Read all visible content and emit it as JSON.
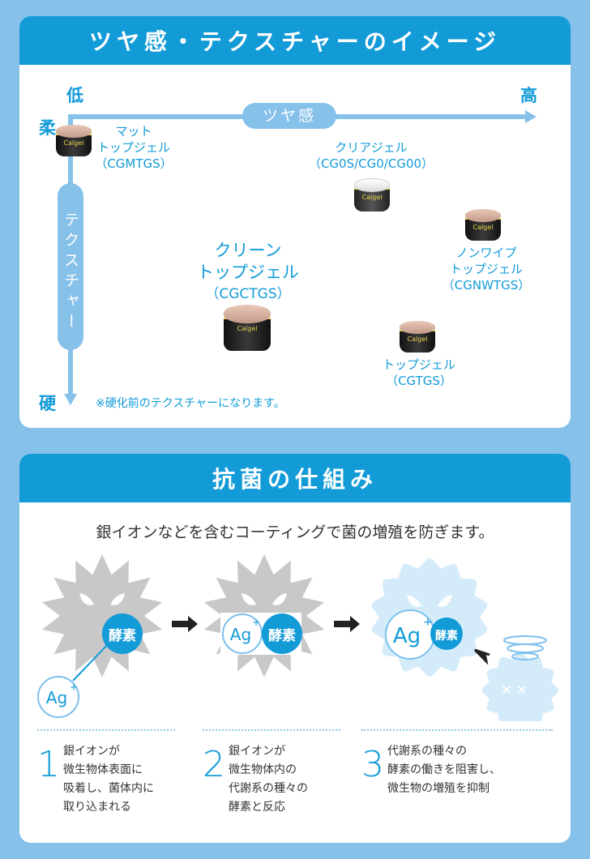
{
  "section1": {
    "title": "ツヤ感・テクスチャーのイメージ",
    "axis": {
      "low": "低",
      "high": "高",
      "soft": "柔",
      "hard": "硬",
      "gloss_label": "ツヤ感",
      "texture_label": "テクスチャー"
    },
    "note": "※硬化前のテクスチャーになります。",
    "products": [
      {
        "name": "マット\nトップジェル",
        "code": "（CGMTGS）"
      },
      {
        "name": "クリアジェル",
        "code": "（CG0S/CG0/CG00）"
      },
      {
        "name": "クリーン\nトップジェル",
        "code": "（CGCTGS）"
      },
      {
        "name": "ノンワイプ\nトップジェル",
        "code": "（CGNWTGS）"
      },
      {
        "name": "トップジェル",
        "code": "（CGTGS）"
      }
    ],
    "jar_brand": "Calgel"
  },
  "section2": {
    "title": "抗菌の仕組み",
    "lead": "銀イオンなどを含むコーティングで菌の増殖を防ぎます。",
    "enzyme": "酵素",
    "ag": "Ag",
    "steps": [
      {
        "num": "1",
        "text": "銀イオンが\n微生物体表面に\n吸着し、菌体内に\n取り込まれる"
      },
      {
        "num": "2",
        "text": "銀イオンが\n微生物体内の\n代謝系の種々の\n酵素と反応"
      },
      {
        "num": "3",
        "text": "代謝系の種々の\n酵素の働きを阻害し、\n微生物の増殖を抑制"
      }
    ]
  },
  "colors": {
    "accent": "#139bd8",
    "axis": "#86c1ea",
    "germ": "#c8c8c8",
    "germ_light": "#d4ecfa"
  }
}
